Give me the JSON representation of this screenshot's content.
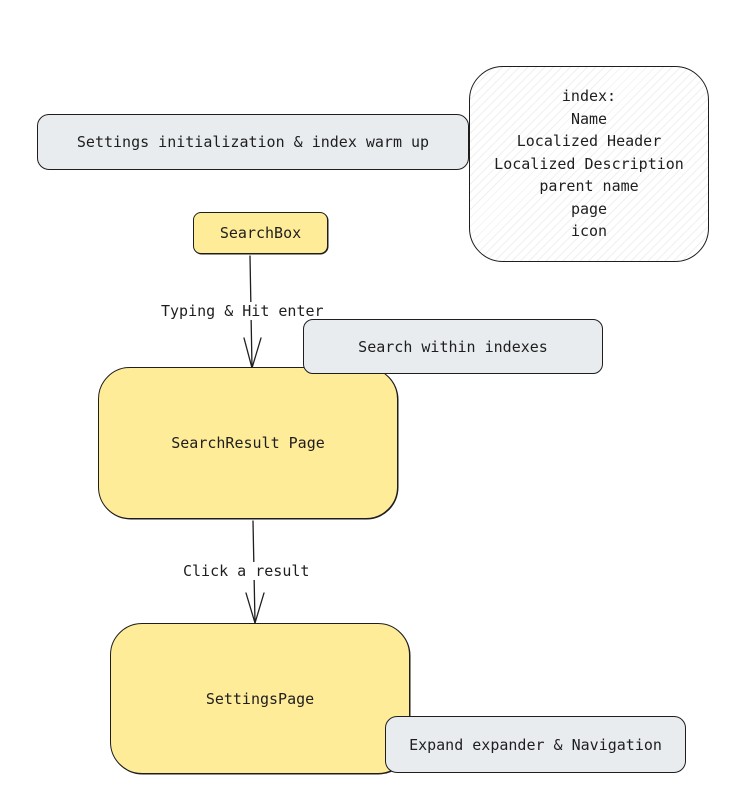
{
  "nodes": {
    "settings_init": "Settings initialization & index warm up",
    "index_lines": [
      "index:",
      "Name",
      "Localized Header",
      "Localized Description",
      "parent name",
      "page",
      "icon"
    ],
    "searchbox": "SearchBox",
    "search_within": "Search within indexes",
    "searchresult": "SearchResult Page",
    "settingspage": "SettingsPage",
    "expand_nav": "Expand expander & Navigation"
  },
  "edges": {
    "typing": "Typing & Hit enter",
    "click": "Click a result"
  },
  "colors": {
    "yellow": "#ffec99",
    "gray": "#e9ecef",
    "stroke": "#1e1e1e"
  }
}
